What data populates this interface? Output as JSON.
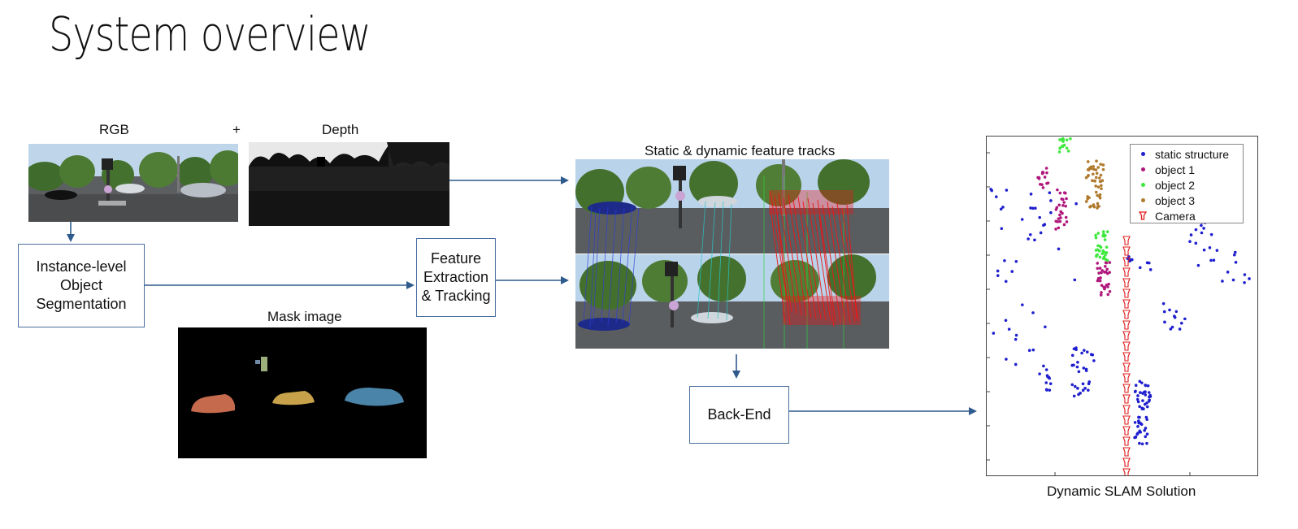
{
  "title": "System overview",
  "labels": {
    "rgb": "RGB",
    "plus": "+",
    "depth": "Depth",
    "mask": "Mask image",
    "tracks": "Static & dynamic feature tracks",
    "result": "Dynamic SLAM Solution"
  },
  "boxes": {
    "segmentation": [
      "Instance-level",
      "Object",
      "Segmentation"
    ],
    "feature": [
      "Feature",
      "Extraction",
      "& Tracking"
    ],
    "backend": "Back-End"
  },
  "legend": [
    {
      "label": "static structure",
      "color": "#1f1fcf",
      "marker": "dot"
    },
    {
      "label": "object 1",
      "color": "#b0177c",
      "marker": "dot"
    },
    {
      "label": "object 2",
      "color": "#3ee83e",
      "marker": "dot"
    },
    {
      "label": "object 3",
      "color": "#b07a2e",
      "marker": "dot"
    },
    {
      "label": "Camera",
      "color": "#e11b1b",
      "marker": "camera"
    }
  ],
  "colors": {
    "arrow": "#2f5a8c",
    "box_border": "#4a6fa0"
  }
}
